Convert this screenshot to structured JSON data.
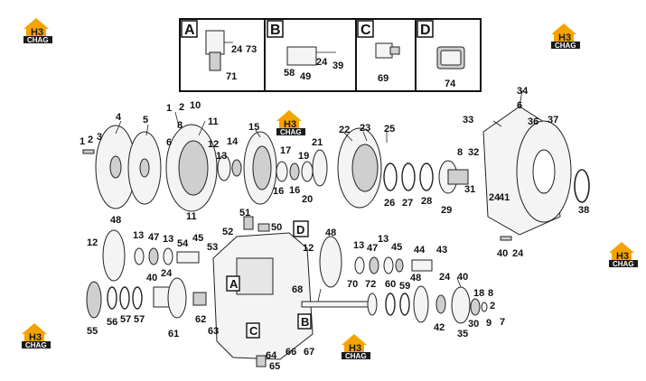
{
  "insets": [
    {
      "letter": "A",
      "labels": [
        "24",
        "73",
        "71"
      ]
    },
    {
      "letter": "B",
      "labels": [
        "58",
        "49",
        "24",
        "39"
      ]
    },
    {
      "letter": "C",
      "labels": [
        "69"
      ]
    },
    {
      "letter": "D",
      "labels": [
        "74"
      ]
    }
  ],
  "logo": {
    "mark": "H3",
    "caption": "CHAG"
  },
  "callouts": {
    "c1": "1",
    "c2": "2",
    "c3": "3",
    "c4": "4",
    "c5": "5",
    "c6": "6",
    "c7": "7",
    "c8": "8",
    "c9": "9",
    "c10": "10",
    "c11": "11",
    "c12": "12",
    "c13": "13",
    "c14": "14",
    "c15": "15",
    "c16": "16",
    "c17": "17",
    "c18": "18",
    "c19": "19",
    "c20": "20",
    "c21": "21",
    "c22": "22",
    "c23": "23",
    "c24": "24",
    "c25": "25",
    "c26": "26",
    "c27": "27",
    "c28": "28",
    "c29": "29",
    "c30": "30",
    "c31": "31",
    "c32": "32",
    "c33": "33",
    "c34": "34",
    "c35": "35",
    "c36": "36",
    "c37": "37",
    "c38": "38",
    "c40": "40",
    "c41": "41",
    "c42": "42",
    "c43": "43",
    "c44": "44",
    "c45": "45",
    "c47": "47",
    "c48": "48",
    "c50": "50",
    "c51": "51",
    "c52": "52",
    "c53": "53",
    "c54": "54",
    "c55": "55",
    "c56": "56",
    "c57": "57",
    "c59": "59",
    "c60": "60",
    "c61": "61",
    "c62": "62",
    "c63": "63",
    "c64": "64",
    "c65": "65",
    "c66": "66",
    "c67": "67",
    "c68": "68",
    "c70": "70",
    "c72": "72",
    "marker_a": "A",
    "marker_b": "B",
    "marker_c": "C",
    "marker_d": "D"
  },
  "colors": {
    "logo_orange": "#f5a300",
    "logo_dark": "#1a1a1a",
    "ink": "#222222"
  }
}
